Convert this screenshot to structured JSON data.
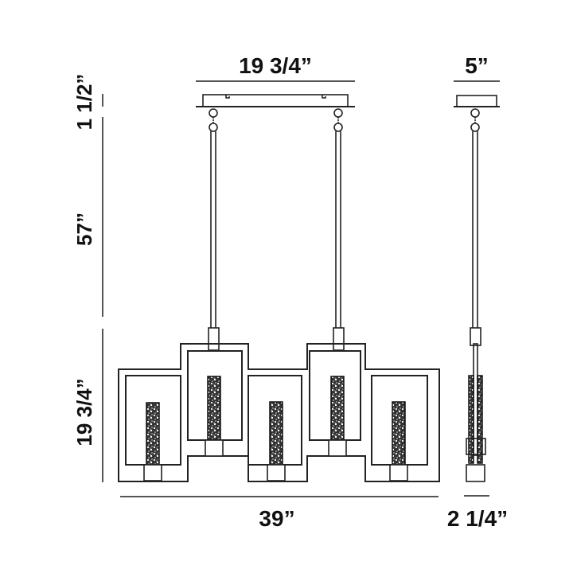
{
  "diagram": {
    "type": "product-dimension-drawing",
    "subject": "linear pendant chandelier (front and side elevation)",
    "dimensions": {
      "canopy_width": "19 3/4”",
      "canopy_depth": "5”",
      "canopy_height": "1 1/2”",
      "rod_length": "57”",
      "fixture_height": "19 3/4”",
      "fixture_width": "39”",
      "fixture_depth": "2 1/4”"
    },
    "views": [
      {
        "name": "front-elevation",
        "frames": 5,
        "rods": 2,
        "crystal_cylinders": 5
      },
      {
        "name": "side-elevation",
        "rods": 1
      }
    ],
    "colors": {
      "line": "#222222",
      "dimension_line": "#555555",
      "text": "#111111",
      "background": "#ffffff"
    }
  }
}
